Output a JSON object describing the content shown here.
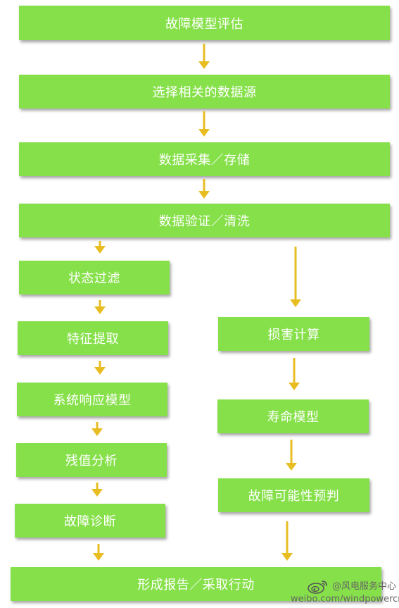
{
  "diagram": {
    "nodes": {
      "fault_model_eval": "故障模型评估",
      "select_sources": "选择相关的数据源",
      "data_collect_store": "数据采集／存储",
      "data_validate_clean": "数据验证／清洗",
      "state_filter": "状态过滤",
      "feature_extract": "特征提取",
      "system_response_model": "系统响应模型",
      "residual_analysis": "残值分析",
      "fault_diagnosis": "故障诊断",
      "damage_calc": "损害计算",
      "life_model": "寿命模型",
      "fault_possibility_predict": "故障可能性预判",
      "report_action": "形成报告／采取行动"
    },
    "edges": [
      [
        "fault_model_eval",
        "select_sources"
      ],
      [
        "select_sources",
        "data_collect_store"
      ],
      [
        "data_collect_store",
        "data_validate_clean"
      ],
      [
        "data_validate_clean",
        "state_filter"
      ],
      [
        "state_filter",
        "feature_extract"
      ],
      [
        "feature_extract",
        "system_response_model"
      ],
      [
        "system_response_model",
        "residual_analysis"
      ],
      [
        "residual_analysis",
        "fault_diagnosis"
      ],
      [
        "fault_diagnosis",
        "report_action"
      ],
      [
        "data_validate_clean",
        "damage_calc"
      ],
      [
        "damage_calc",
        "life_model"
      ],
      [
        "life_model",
        "fault_possibility_predict"
      ],
      [
        "fault_possibility_predict",
        "report_action"
      ]
    ]
  },
  "watermark": {
    "handle": "@风电服务中心",
    "url": "weibo.com/windpowercn"
  },
  "colors": {
    "box_fill": "#86e04a",
    "arrow": "#e8bd22",
    "box_text": "#ffffff"
  }
}
